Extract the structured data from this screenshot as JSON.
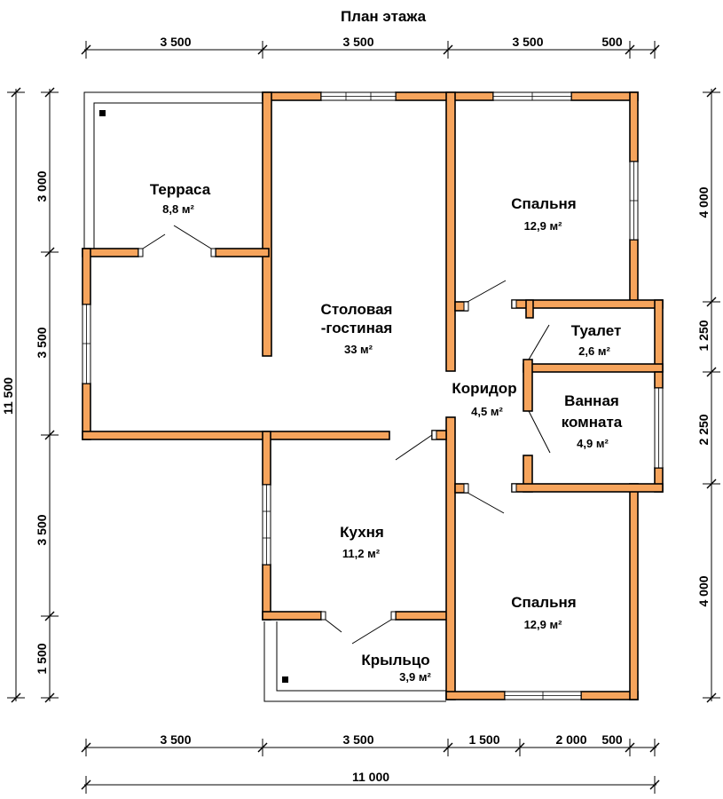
{
  "title": "План  этажа",
  "rooms": {
    "terrace": {
      "name": "Терраса",
      "area": "8,8 м²"
    },
    "living": {
      "name_line1": "Столовая",
      "name_line2": "-гостиная",
      "area": "33 м²"
    },
    "bedroom1": {
      "name": "Спальня",
      "area": "12,9 м²"
    },
    "toilet": {
      "name": "Туалет",
      "area": "2,6 м²"
    },
    "corridor": {
      "name": "Коридор",
      "area": "4,5 м²"
    },
    "bathroom": {
      "name_line1": "Ванная",
      "name_line2": "комната",
      "area": "4,9 м²"
    },
    "kitchen": {
      "name": "Кухня",
      "area": "11,2 м²"
    },
    "porch": {
      "name": "Крыльцо",
      "area": "3,9 м²"
    },
    "bedroom2": {
      "name": "Спальня",
      "area": "12,9 м²"
    }
  },
  "dimensions": {
    "top": [
      "3 500",
      "3 500",
      "3 500",
      "500"
    ],
    "bottom": [
      "3 500",
      "3 500",
      "1 500",
      "2 000",
      "500"
    ],
    "total_width": "11 000",
    "left": [
      "3 000",
      "3 500",
      "3 500",
      "1 500"
    ],
    "total_height": "11 500",
    "right": [
      "4 000",
      "1 250",
      "2 250",
      "4 000"
    ]
  }
}
